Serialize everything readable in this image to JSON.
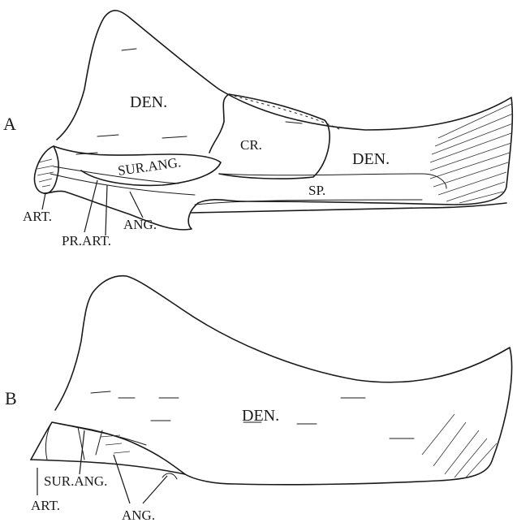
{
  "figure": {
    "panel_a": {
      "letter": "A",
      "labels": {
        "den_upper": "DEN.",
        "cr": "CR.",
        "den_right": "DEN.",
        "sur_ang": "SUR.ANG.",
        "sp": "SP.",
        "art": "ART.",
        "pr_art": "PR.ART.",
        "ang": "ANG."
      }
    },
    "panel_b": {
      "letter": "B",
      "labels": {
        "den": "DEN.",
        "sur_ang": "SUR.ANG.",
        "art": "ART.",
        "ang": "ANG."
      }
    }
  }
}
